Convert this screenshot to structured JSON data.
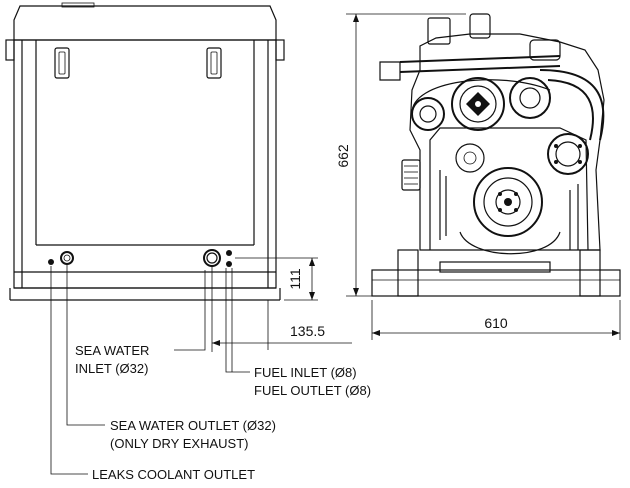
{
  "dimensions": {
    "height": "662",
    "width": "610",
    "inlet_offset": "135.5",
    "outlet_height": "111"
  },
  "labels": {
    "sea_water_inlet_line1": "SEA WATER",
    "sea_water_inlet_line2": "INLET (Ø32)",
    "fuel_inlet": "FUEL INLET (Ø8)",
    "fuel_outlet": "FUEL OUTLET (Ø8)",
    "sea_water_outlet_line1": "SEA WATER OUTLET (Ø32)",
    "sea_water_outlet_line2": "(ONLY DRY EXHAUST)",
    "leaks_coolant_outlet": "LEAKS COOLANT OUTLET"
  }
}
